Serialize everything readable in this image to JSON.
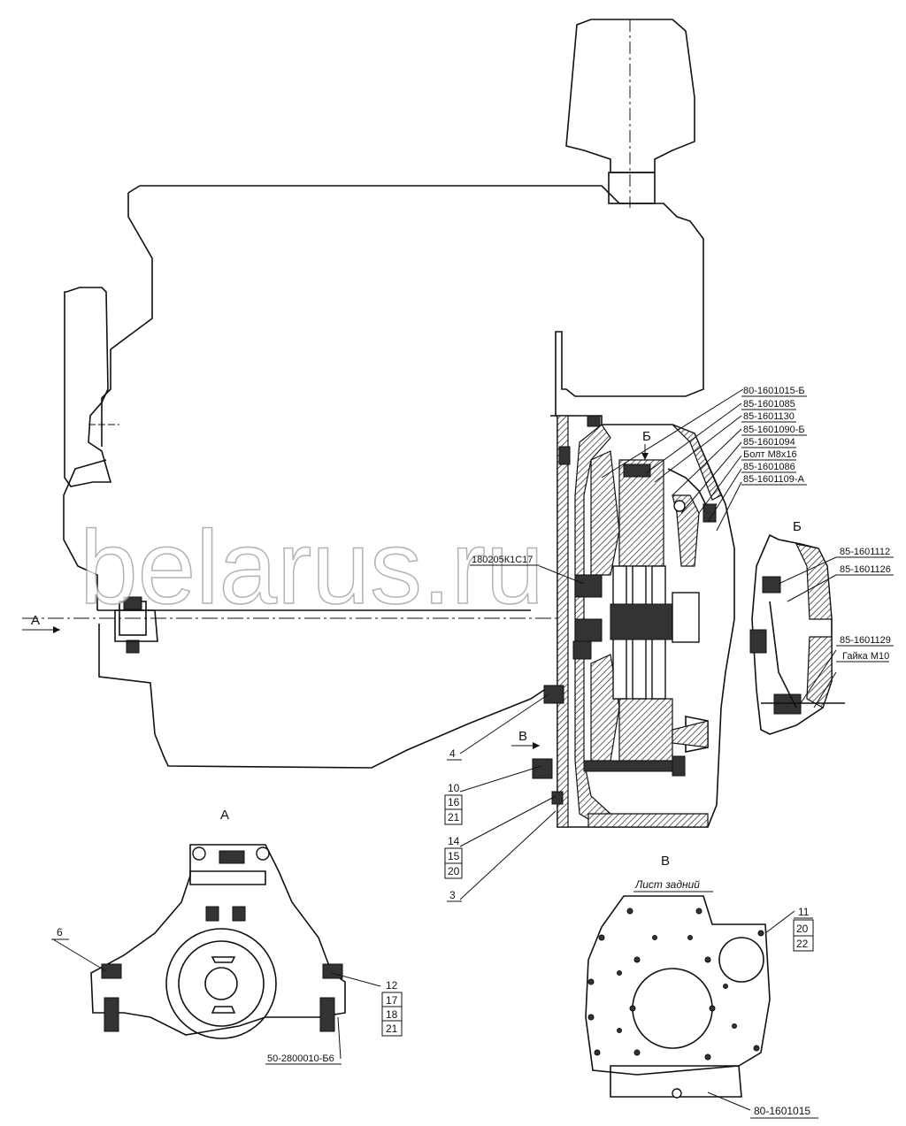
{
  "watermark": "belarus.ru",
  "views": {
    "a_arrow": "А",
    "a_title": "А",
    "b_arrow": "Б",
    "b_detail": "Б",
    "b_section": "Б",
    "v_arrow": "В",
    "v_title": "В"
  },
  "rear_plate_label": "Лист задний",
  "top_callouts": [
    "80-1601015-Б",
    "85-1601085",
    "85-1601130",
    "85-1601090-Б",
    "85-1601094",
    "Болт М8х16",
    "85-1601086",
    "85-1601109-А"
  ],
  "bearing_label": "180205К1С17",
  "detail_b_callouts": [
    "85-1601112",
    "85-1601126",
    "85-1601129",
    "Гайка М10"
  ],
  "pos": {
    "p4": "4",
    "p10": "10",
    "p16": "16",
    "p21a": "21",
    "p14": "14",
    "p15": "15",
    "p20a": "20",
    "p3": "3",
    "p6": "6",
    "p12": "12",
    "p17": "17",
    "p18": "18",
    "p21b": "21",
    "p11": "11",
    "p20b": "20",
    "p22": "22"
  },
  "bracket_part": "50-2800010-Б6",
  "housing_part": "80-1601015"
}
